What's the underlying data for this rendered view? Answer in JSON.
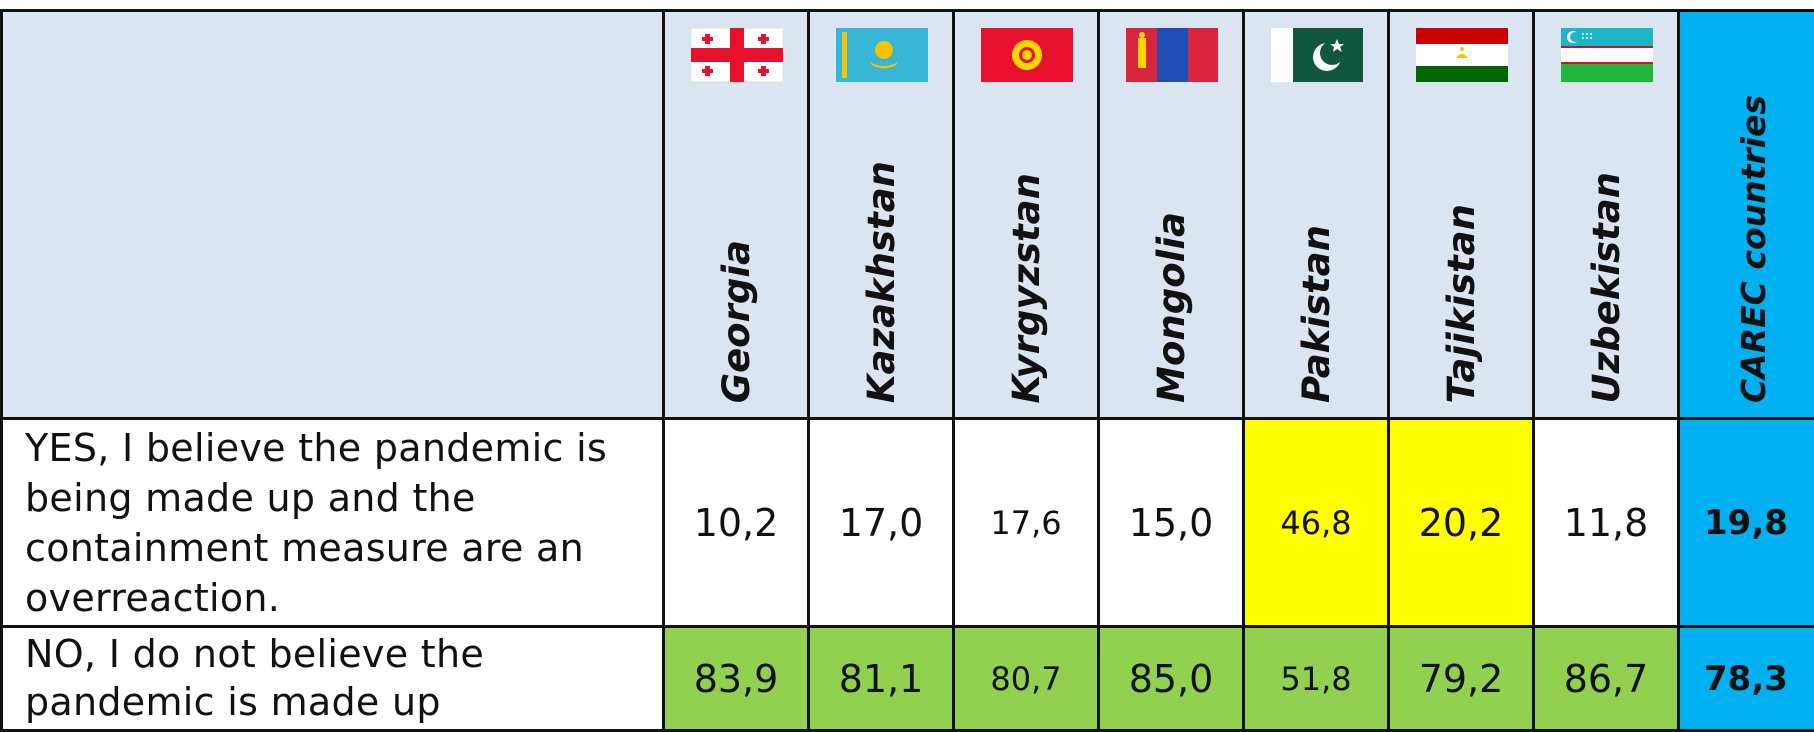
{
  "table": {
    "countries": [
      {
        "name": "Georgia",
        "flag_icon": "georgia-flag-icon"
      },
      {
        "name": "Kazakhstan",
        "flag_icon": "kazakhstan-flag-icon"
      },
      {
        "name": "Kyrgyzstan",
        "flag_icon": "kyrgyzstan-flag-icon"
      },
      {
        "name": "Mongolia",
        "flag_icon": "mongolia-flag-icon"
      },
      {
        "name": "Pakistan",
        "flag_icon": "pakistan-flag-icon"
      },
      {
        "name": "Tajikistan",
        "flag_icon": "tajikistan-flag-icon"
      },
      {
        "name": "Uzbekistan",
        "flag_icon": "uzbekistan-flag-icon"
      }
    ],
    "total_header": "CAREC countries",
    "rows": [
      {
        "label": "YES, I believe the pandemic is being made up and the containment measure are an overreaction.",
        "values": [
          "10,2",
          "17,0",
          "17,6",
          "15,0",
          "46,8",
          "20,2",
          "11,8"
        ],
        "total": "19,8"
      },
      {
        "label": "NO, I do not believe the pandemic is made up",
        "values": [
          "83,9",
          "81,1",
          "80,7",
          "85,0",
          "51,8",
          "79,2",
          "86,7"
        ],
        "total": "78,3"
      }
    ]
  },
  "colors": {
    "header_bg": "#dbe5f1",
    "total_bg": "#00b0f0",
    "highlight_yellow": "#ffff00",
    "row_green": "#92d050"
  }
}
